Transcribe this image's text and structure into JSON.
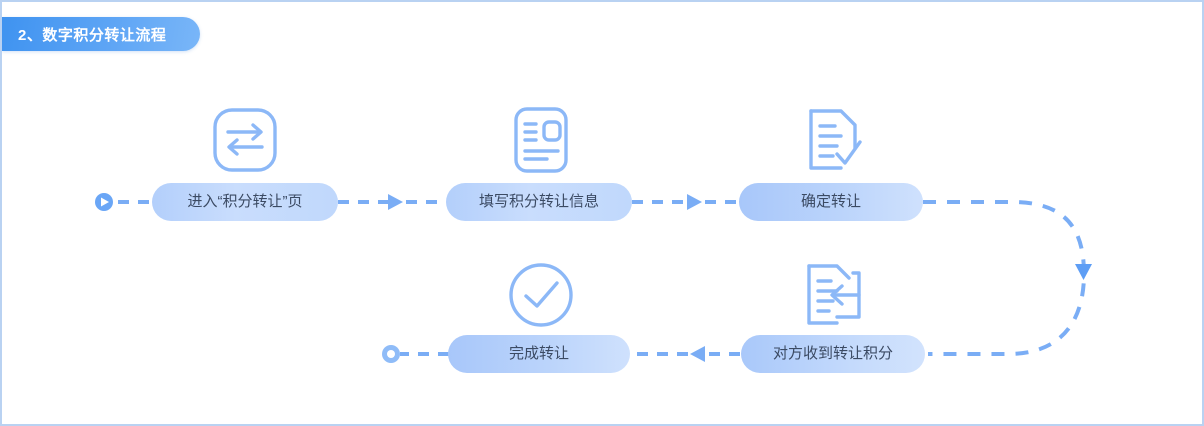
{
  "header": {
    "title": "2、数字积分转让流程"
  },
  "colors": {
    "accent": "#5ea5f5",
    "border": "#b9d2f2",
    "connector": "#7aadf5",
    "node_text": "#3b4a63",
    "icon_stroke": "#8cb8f7",
    "header_text": "#ffffff"
  },
  "flow": {
    "start_marker": {
      "name": "start-play-marker",
      "shape": "circle-with-play-triangle"
    },
    "end_marker": {
      "name": "end-ring-marker",
      "shape": "circle-with-hole"
    },
    "nodes": [
      {
        "id": "n1",
        "label": "进入“积分转让”页",
        "icon": "exchange-arrows-icon",
        "row": "top"
      },
      {
        "id": "n2",
        "label": "填写积分转让信息",
        "icon": "form-document-icon",
        "row": "top"
      },
      {
        "id": "n3",
        "label": "确定转让",
        "icon": "document-check-icon",
        "row": "top"
      },
      {
        "id": "n4",
        "label": "对方收到转让积分",
        "icon": "document-receive-arrow-icon",
        "row": "bottom"
      },
      {
        "id": "n5",
        "label": "完成转让",
        "icon": "circle-check-icon",
        "row": "bottom"
      }
    ],
    "connectors": [
      {
        "from": "start",
        "to": "n1",
        "style": "dashed",
        "arrow": "none"
      },
      {
        "from": "n1",
        "to": "n2",
        "style": "dashed",
        "arrow": "right"
      },
      {
        "from": "n2",
        "to": "n3",
        "style": "dashed",
        "arrow": "right"
      },
      {
        "from": "n3",
        "to": "n4",
        "style": "dashed-curve",
        "arrow": "down"
      },
      {
        "from": "n4",
        "to": "n5",
        "style": "dashed",
        "arrow": "left"
      },
      {
        "from": "n5",
        "to": "end",
        "style": "dashed",
        "arrow": "none"
      }
    ]
  }
}
